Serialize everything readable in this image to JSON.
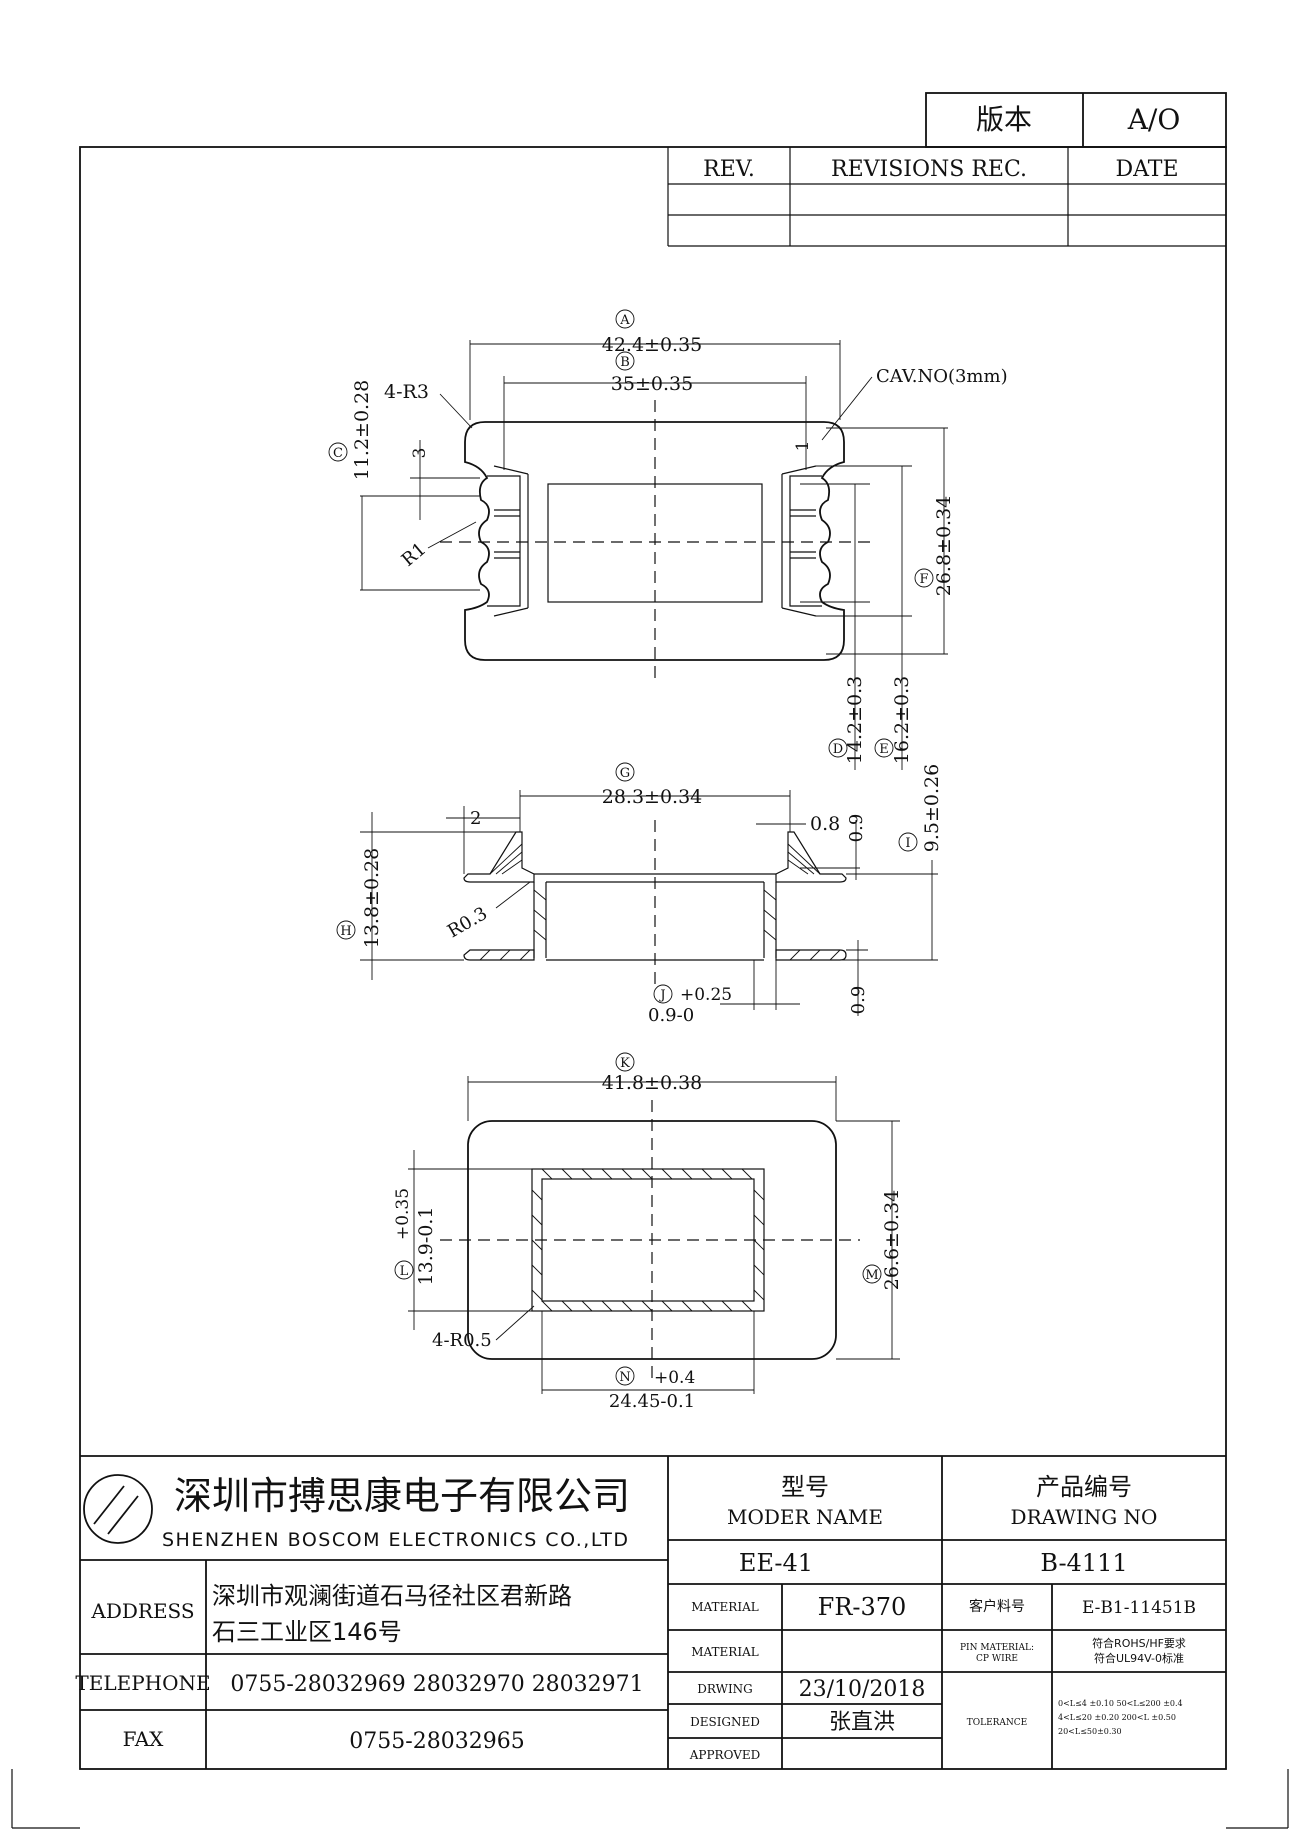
{
  "version_box": {
    "label": "版本",
    "value": "A/O"
  },
  "revision_table": {
    "rev": "REV.",
    "rec": "REVISIONS REC.",
    "date": "DATE"
  },
  "top_view": {
    "ref_a": "A",
    "dim_a": "42.4±0.35",
    "ref_b": "B",
    "dim_b": "35±0.35",
    "ref_c": "C",
    "dim_c": "11.2±0.28",
    "corner": "4-R3",
    "dim_3": "3",
    "dim_r1": "R1",
    "cav_label": "CAV.NO(3mm)",
    "cav_no": "1",
    "ref_d": "D",
    "dim_d": "14.2±0.3",
    "ref_e": "E",
    "dim_e": "16.2±0.3",
    "ref_f": "F",
    "dim_f": "26.8±0.34"
  },
  "side_view": {
    "ref_g": "G",
    "dim_g": "28.3±0.34",
    "dim_2": "2",
    "dim_08": "0.8",
    "dim_09_top": "0.9",
    "ref_i": "I",
    "dim_i": "9.5±0.26",
    "ref_h": "H",
    "dim_h": "13.8±0.28",
    "dim_r03": "R0.3",
    "ref_j": "J",
    "dim_j_tol": "+0.25",
    "dim_j": "0.9-0",
    "dim_09_bottom": "0.9"
  },
  "bottom_view": {
    "ref_k": "K",
    "dim_k": "41.8±0.38",
    "ref_l": "L",
    "dim_l_tol": "+0.35",
    "dim_l": "13.9-0.1",
    "ref_m": "M",
    "dim_m": "26.6±0.34",
    "corner": "4-R0.5",
    "ref_n": "N",
    "dim_n_tol": "+0.4",
    "dim_n": "24.45-0.1"
  },
  "title_block": {
    "company_cn": "深圳市搏思康电子有限公司",
    "company_en": "SHENZHEN BOSCOM ELECTRONICS CO.,LTD",
    "model_cn": "型号",
    "model_en": "MODER NAME",
    "drawing_cn": "产品编号",
    "drawing_en": "DRAWING NO",
    "model_value": "EE-41",
    "drawing_value": "B-4111",
    "address_label": "ADDRESS",
    "address_line1": "深圳市观澜街道石马径社区君新路",
    "address_line2": "石三工业区146号",
    "telephone_label": "TELEPHONE",
    "telephone_value": "0755-28032969 28032970 28032971",
    "fax_label": "FAX",
    "fax_value": "0755-28032965",
    "material_label": "MATERIAL",
    "material_value": "FR-370",
    "material2_label": "MATERIAL",
    "customer_label": "客户料号",
    "customer_value": "E-B1-11451B",
    "drwing_label": "DRWING",
    "drwing_value": "23/10/2018",
    "pin_label1": "PIN MATERIAL:",
    "pin_label2": "CP WIRE",
    "pin_value1": "符合ROHS/HF要求",
    "pin_value2": "符合UL94V-0标准",
    "designed_label": "DESIGNED",
    "designed_value": "张直洪",
    "approved_label": "APPROVED",
    "tolerance_label": "TOLERANCE",
    "tol_line1": "0<L≤4 ±0.10   50<L≤200 ±0.4",
    "tol_line2": "4<L≤20 ±0.20   200<L        ±0.50",
    "tol_line3": "20<L≤50±0.30"
  }
}
